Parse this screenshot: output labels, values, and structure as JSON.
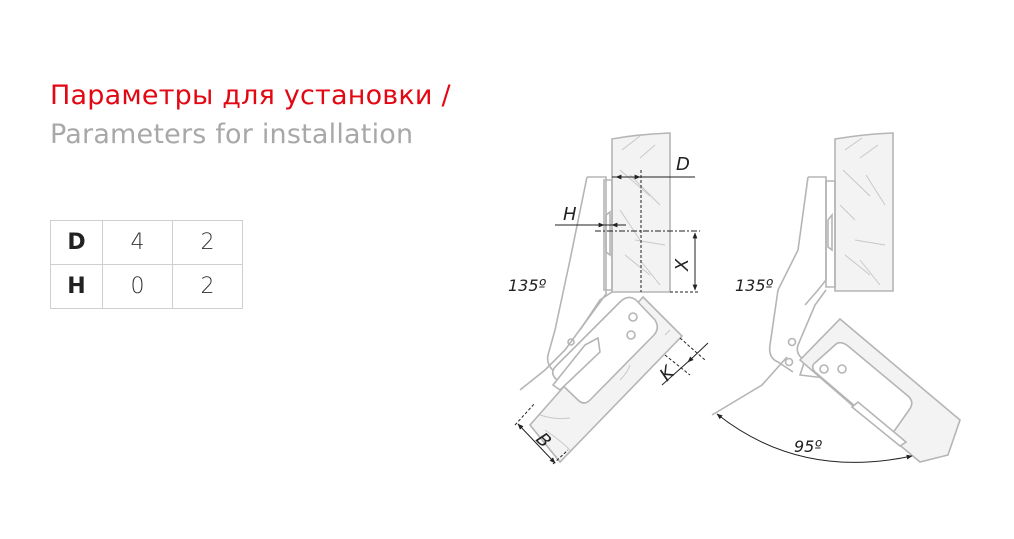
{
  "title": {
    "ru": "Параметры для установки /",
    "en": "Parameters for installation"
  },
  "colors": {
    "accent": "#e30613",
    "subtitle": "#a8a8a8",
    "line": "#b5b5b5",
    "wood_fill": "#f3f3f3",
    "dimension": "#222222"
  },
  "table": {
    "rows": [
      {
        "key": "D",
        "values": [
          "4",
          "2"
        ]
      },
      {
        "key": "H",
        "values": [
          "0",
          "2"
        ]
      }
    ]
  },
  "diagram": {
    "left": {
      "angle_label": "135º",
      "dimensions": {
        "d": "D",
        "h": "H",
        "x": "X",
        "k": "K",
        "b": "B"
      }
    },
    "right": {
      "angle_label": "135º",
      "opening_angle": "95º"
    }
  }
}
